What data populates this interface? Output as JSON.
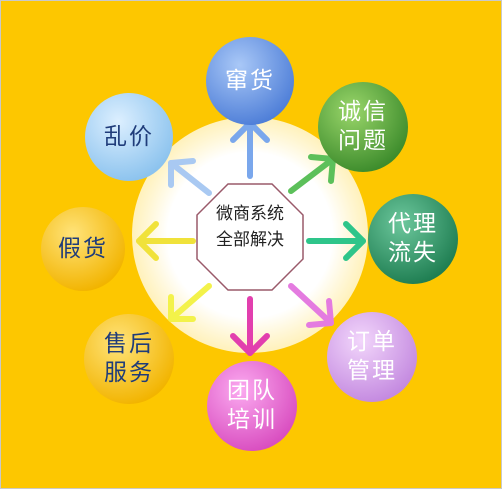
{
  "hub": {
    "line1": "微商系统",
    "line2": "全部解决"
  },
  "topics": [
    {
      "id": "hoarding",
      "label": "窜货",
      "color": "#6f9dea",
      "text_color": "#ffffff"
    },
    {
      "id": "integrity",
      "label": "诚信\n问题",
      "color": "#5aa83c",
      "text_color": "#ffffff"
    },
    {
      "id": "agent-loss",
      "label": "代理\n流失",
      "color": "#2f9a6a",
      "text_color": "#ffffff"
    },
    {
      "id": "order-mgmt",
      "label": "订单\n管理",
      "color": "#d9a6ee",
      "text_color": "#ffffff"
    },
    {
      "id": "team-training",
      "label": "团队\n培训",
      "color": "#ec6fd2",
      "text_color": "#ffffff"
    },
    {
      "id": "after-sales",
      "label": "售后\n服务",
      "color": "#fdc700",
      "text_color": "#1f3c7a"
    },
    {
      "id": "counterfeit",
      "label": "假货",
      "color": "#fdc700",
      "text_color": "#1f3c7a"
    },
    {
      "id": "price-chaos",
      "label": "乱价",
      "color": "#a8d4f5",
      "text_color": "#1f3c7a"
    }
  ]
}
